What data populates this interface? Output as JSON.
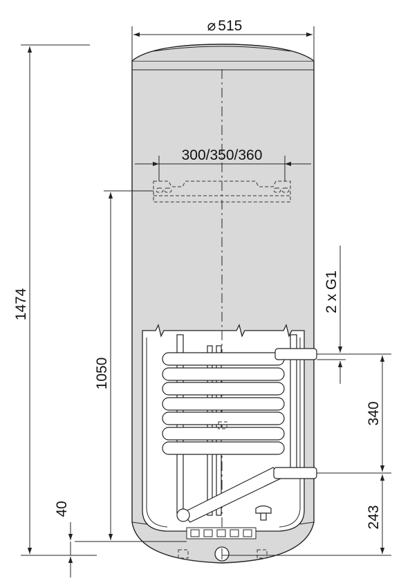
{
  "drawing": {
    "diameter_symbol": "⌀",
    "diameter_value": "515",
    "bracket_spacing": "300/350/360",
    "height_total": "1474",
    "height_bracket": "1050",
    "foot_height": "40",
    "connections": "2 x G1",
    "coil_spacing": "340",
    "lower_connection_height": "243"
  },
  "colors": {
    "line": "#222222",
    "tank_fill": "#d9d9d9",
    "inner_fill": "#ffffff",
    "background": "#ffffff"
  }
}
